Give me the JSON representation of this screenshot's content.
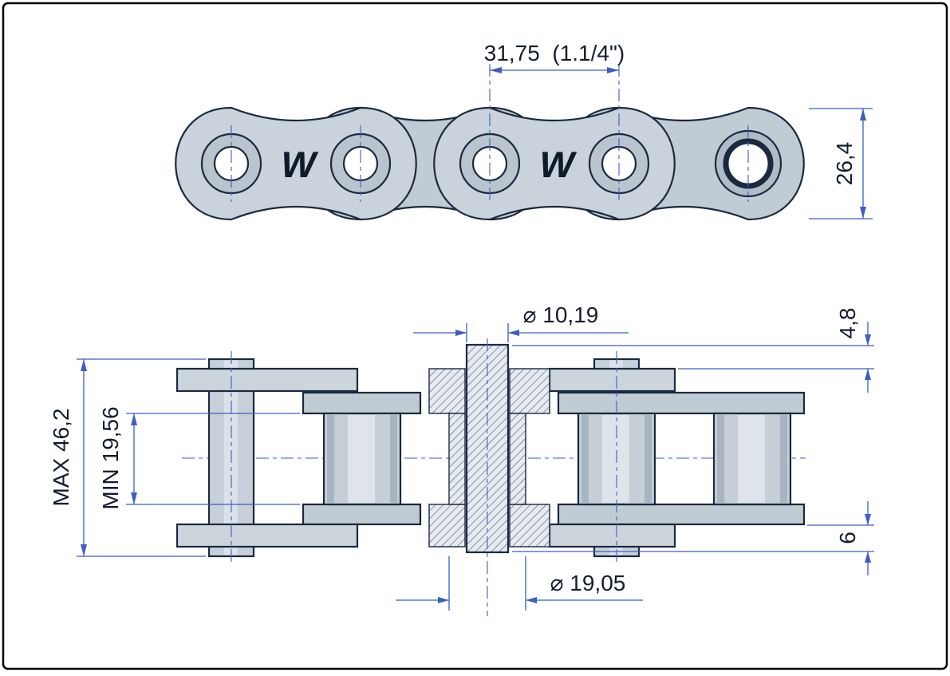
{
  "drawing": {
    "top_view": {
      "pitch": "31,75  (1.1/4\")",
      "plate_height": "26,4",
      "brand_logo": "W"
    },
    "section_view": {
      "pin_diameter": "⌀ 10,19",
      "roller_diameter": "⌀ 19,05",
      "overall_width_max": "MAX 46,2",
      "inner_width_min": "MIN 19,56",
      "pin_protrusion": "4,8",
      "plate_offset": "6"
    },
    "colors": {
      "metal_light": "#cad2db",
      "metal_mid": "#c1cbd4",
      "outline": "#1b2940",
      "dimension_line": "#3e5ec2",
      "text": "#121d2e",
      "background": "#ffffff"
    }
  }
}
